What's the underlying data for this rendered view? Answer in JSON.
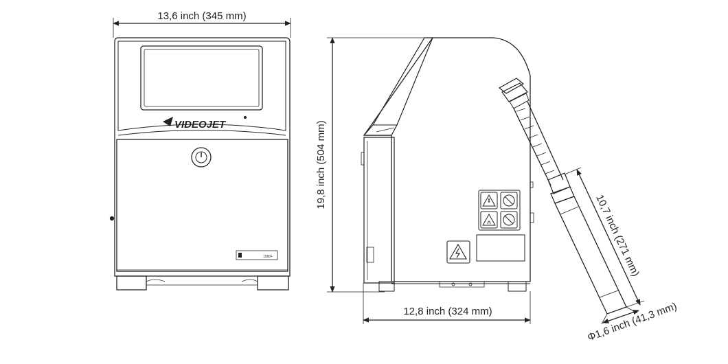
{
  "brand": {
    "logo_text": "VIDEOJET",
    "label_text": "1580+"
  },
  "dimensions": {
    "width": "13,6 inch (345 mm)",
    "height": "19,8 inch (504 mm)",
    "depth": "12,8 inch (324 mm)",
    "umbilical_length": "10,7 inch (271 mm)",
    "printhead_diameter": "Φ1,6 inch (41,3 mm)"
  },
  "icons": {
    "warning": "warning-triangle-icon",
    "no_smoking": "no-smoking-icon",
    "flammable": "flammable-icon",
    "no_fire": "no-open-flame-icon",
    "electrical": "electrical-hazard-icon",
    "power": "power-button-icon"
  },
  "colors": {
    "line": "#222222",
    "panel_fill": "#f7f7f7"
  }
}
